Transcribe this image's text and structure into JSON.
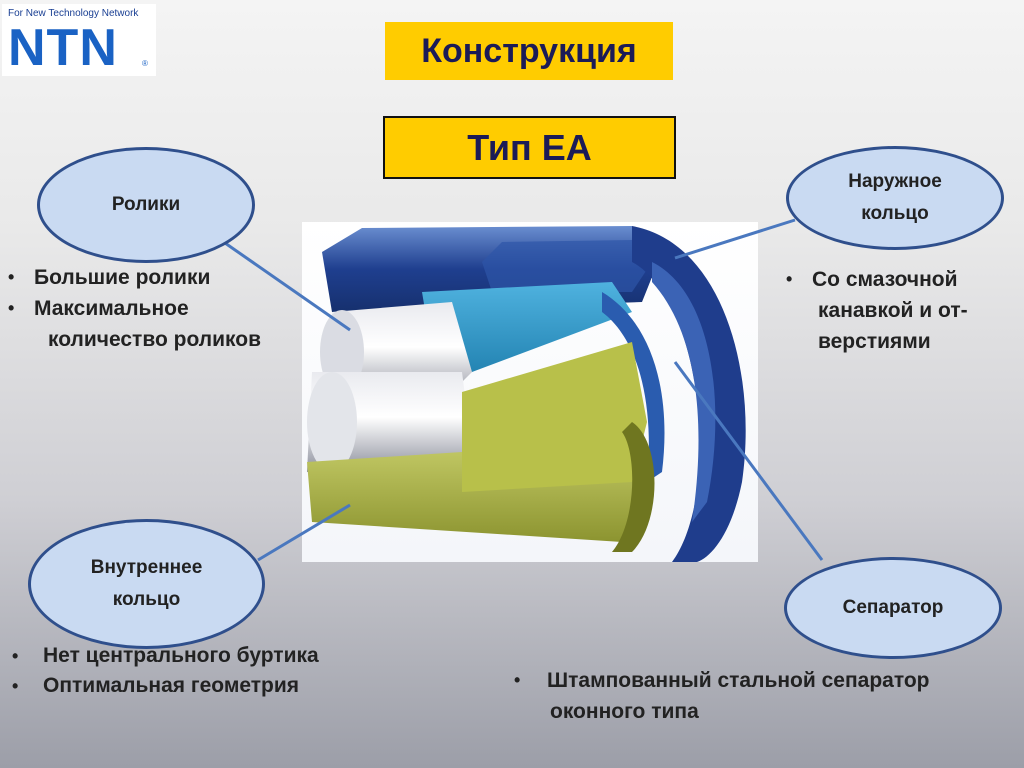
{
  "logo": {
    "tagline": "For New Technology Network",
    "mark": "NTN",
    "reg": "®"
  },
  "title": "Конструкция",
  "type_label": "Тип ЕА",
  "callouts": {
    "rollers": {
      "label": "Ролики",
      "bullets": [
        "Большие ролики",
        "Максимальное"
      ],
      "cont": "количество роликов"
    },
    "outer_ring": {
      "label_line1": "Наружное",
      "label_line2": "кольцо",
      "bullet": "Со смазочной",
      "cont1": "канавкой и от-",
      "cont2": "верстиями"
    },
    "inner_ring": {
      "label_line1": "Внутреннее",
      "label_line2": "кольцо",
      "bullets": [
        "Нет центрального буртика",
        "Оптимальная геометрия"
      ]
    },
    "cage": {
      "label": "Сепаратор",
      "bullet": "Штампованный стальной сепаратор",
      "cont": "оконного типа"
    }
  },
  "colors": {
    "title_bg": "#ffcc00",
    "bubble_fill": "#c9daf2",
    "bubble_border": "#2f4f8c",
    "connector": "#4a78bf"
  }
}
